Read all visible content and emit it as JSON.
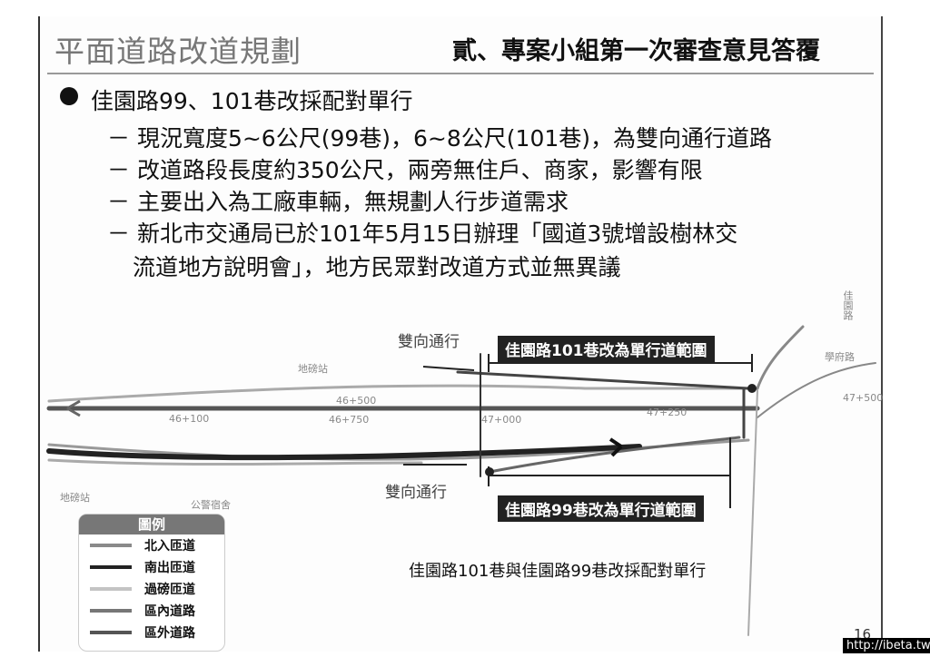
{
  "header": {
    "section_title": "平面道路改道規劃",
    "main_title": "貳、專案小組第一次審查意見答覆"
  },
  "bullet": {
    "heading": "佳園路99、101巷改採配對單行",
    "items": [
      "－ 現況寬度5~6公尺(99巷)，6~8公尺(101巷)，為雙向通行道路",
      "－ 改道路段長度約350公尺，兩旁無住戶、商家，影響有限",
      "－ 主要出入為工廠車輛，無規劃人行步道需求",
      "－ 新北市交通局已於101年5月15日辦理「國道3號增設樹林交",
      "流道地方說明會」，地方民眾對改道方式並無異議"
    ]
  },
  "map": {
    "label_101": "佳園路101巷改為單行道範圍",
    "label_99": "佳園路99巷改為單行道範圍",
    "two_way_top": "雙向通行",
    "two_way_bottom": "雙向通行",
    "place_labels": [
      "地磅站",
      "地磅站",
      "公警宿舍",
      "學府路",
      "佳園路"
    ],
    "chainages": [
      "46+100",
      "46+500",
      "46+750",
      "47+000",
      "47+250",
      "47+500"
    ],
    "caption": "佳園路101巷與佳園路99巷改採配對單行"
  },
  "legend": {
    "title": "圖例",
    "items": [
      {
        "label": "北入匝道",
        "color": "#8a8a8a"
      },
      {
        "label": "南出匝道",
        "color": "#222222"
      },
      {
        "label": "過磅匝道",
        "color": "#c4c4c4"
      },
      {
        "label": "區內道路",
        "color": "#777777"
      },
      {
        "label": "區外道路",
        "color": "#555555"
      }
    ]
  },
  "footer": {
    "page": "16",
    "watermark": "http://ibeta.tw"
  }
}
